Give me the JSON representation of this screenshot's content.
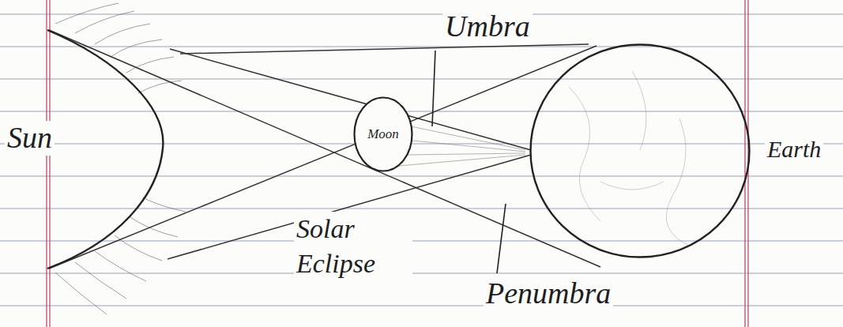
{
  "diagram": {
    "nodes": [
      {
        "text": [
          "Sun"
        ]
      },
      {
        "text": [
          "Moon"
        ]
      },
      {
        "text": [
          "Earth"
        ]
      }
    ],
    "labels": [
      "Umbra",
      "Solar Eclipse",
      "Penumbra"
    ]
  }
}
